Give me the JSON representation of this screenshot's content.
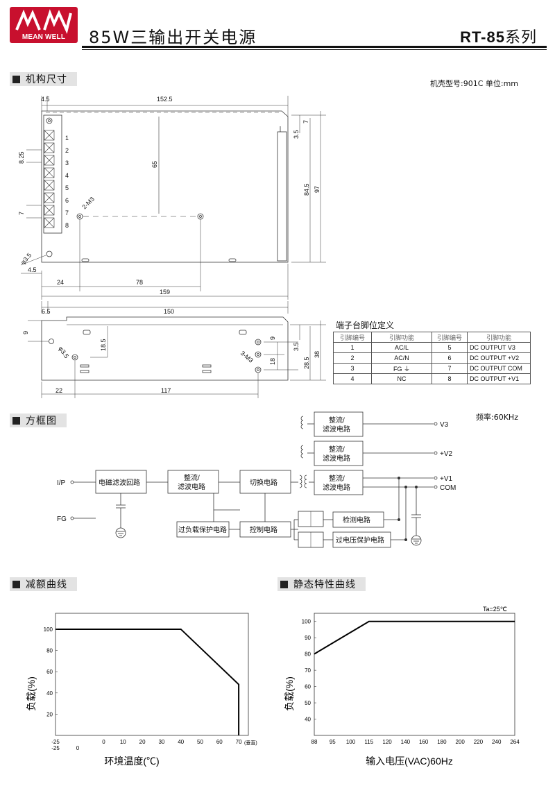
{
  "header": {
    "brand": "MEAN WELL",
    "title": "85W三输出开关电源",
    "series_model": "RT-85",
    "series_suffix": "系列"
  },
  "mechanical": {
    "section_label": "机构尺寸",
    "case_note": "机壳型号:901C 单位:mm",
    "top_view_dims": [
      "4.5",
      "152.5",
      "8.25",
      "65",
      "7",
      "3.5",
      "84.5",
      "97",
      "7",
      "2-M3",
      "4.5",
      "φ3.5",
      "24",
      "78",
      "159"
    ],
    "top_view_pin_numbers": [
      "1",
      "2",
      "3",
      "4",
      "5",
      "6",
      "7",
      "8"
    ],
    "side_view_dims": [
      "6.5",
      "150",
      "9",
      "18.5",
      "φ3.5",
      "9",
      "3-M3",
      "18",
      "3.5",
      "28.5",
      "38",
      "22",
      "117"
    ]
  },
  "terminal_table": {
    "title": "端子台脚位定义",
    "headers": [
      "引脚编号",
      "引脚功能",
      "引脚编号",
      "引脚功能"
    ],
    "rows": [
      [
        "1",
        "AC/L",
        "5",
        "DC OUTPUT V3"
      ],
      [
        "2",
        "AC/N",
        "6",
        "DC OUTPUT +V2"
      ],
      [
        "3",
        "FG ⏚",
        "7",
        "DC OUTPUT COM"
      ],
      [
        "4",
        "NC",
        "8",
        "DC OUTPUT +V1"
      ]
    ]
  },
  "block_diagram": {
    "section_label": "方框图",
    "freq_note": "频率:60KHz",
    "input_ip": "I/P",
    "input_fg": "FG",
    "emi_filter": "电磁滤波回路",
    "rect_filter_1": "整流/",
    "rect_filter_2": "滤波电路",
    "switching": "切换电路",
    "control": "控制电路",
    "overload": "过负载保护电路",
    "detection": "检测电路",
    "overvoltage": "过电压保护电路",
    "out_v3": "V3",
    "out_v2": "+V2",
    "out_v1": "+V1",
    "out_com": "COM"
  },
  "derating": {
    "section_label": "减额曲线",
    "ylabel": "负载(%)",
    "xlabel": "环境温度(℃)",
    "x_note": "(垂直)",
    "x_ticks_top": [
      "-25",
      "0",
      "10",
      "20",
      "30",
      "40",
      "50",
      "60",
      "70"
    ],
    "x_ticks_bottom": [
      "-25",
      "0"
    ],
    "y_ticks": [
      "20",
      "40",
      "60",
      "80",
      "100"
    ]
  },
  "static": {
    "section_label": "静态特性曲线",
    "ylabel": "负载(%)",
    "xlabel": "输入电压(VAC)60Hz",
    "ta_note": "Ta=25℃",
    "x_ticks": [
      "88",
      "95",
      "100",
      "115",
      "120",
      "140",
      "160",
      "180",
      "200",
      "220",
      "240",
      "264"
    ],
    "y_ticks": [
      "40",
      "50",
      "60",
      "70",
      "80",
      "90",
      "100"
    ]
  },
  "chart_data": [
    {
      "type": "line",
      "title": "减额曲线",
      "xlabel": "环境温度(℃)",
      "ylabel": "负载(%)",
      "x": [
        -25,
        40,
        70,
        70
      ],
      "y": [
        100,
        100,
        48,
        0
      ],
      "xlim": [
        -25,
        75
      ],
      "ylim": [
        0,
        115
      ]
    },
    {
      "type": "line",
      "title": "静态特性曲线",
      "xlabel": "输入电压(VAC)60Hz",
      "ylabel": "负载(%)",
      "x": [
        88,
        115,
        264
      ],
      "y": [
        80,
        100,
        100
      ],
      "ylim": [
        30,
        105
      ]
    }
  ]
}
